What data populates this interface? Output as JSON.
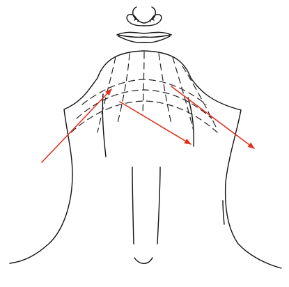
{
  "colors": {
    "line": "#111111",
    "dash": "#222222",
    "arrow": "#e0301e",
    "background": "#ffffff"
  },
  "arrows": [
    {
      "name": "arrow-left-upward"
    },
    {
      "name": "arrow-center-downward"
    },
    {
      "name": "arrow-right-downward"
    }
  ]
}
